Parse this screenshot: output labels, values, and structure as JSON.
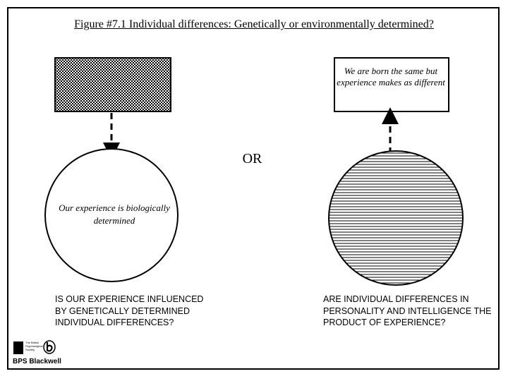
{
  "title": "Figure #7.1 Individual differences: Genetically or environmentally determined?",
  "box_right_text": "We are born the same but experience makes as different",
  "or_label": "OR",
  "circle_left_text": "Our experience is biologically determined",
  "question_left": "IS OUR EXPERIENCE INFLUENCED BY GENETICALLY DETERMINED INDIVIDUAL DIFFERENCES?",
  "question_right": "ARE INDIVIDUAL DIFFERENCES IN PERSONALITY AND INTELLIGENCE THE PRODUCT OF EXPERIENCE?",
  "logo": {
    "small_text": "The British Psychological Society",
    "brand": "BPS Blackwell"
  }
}
